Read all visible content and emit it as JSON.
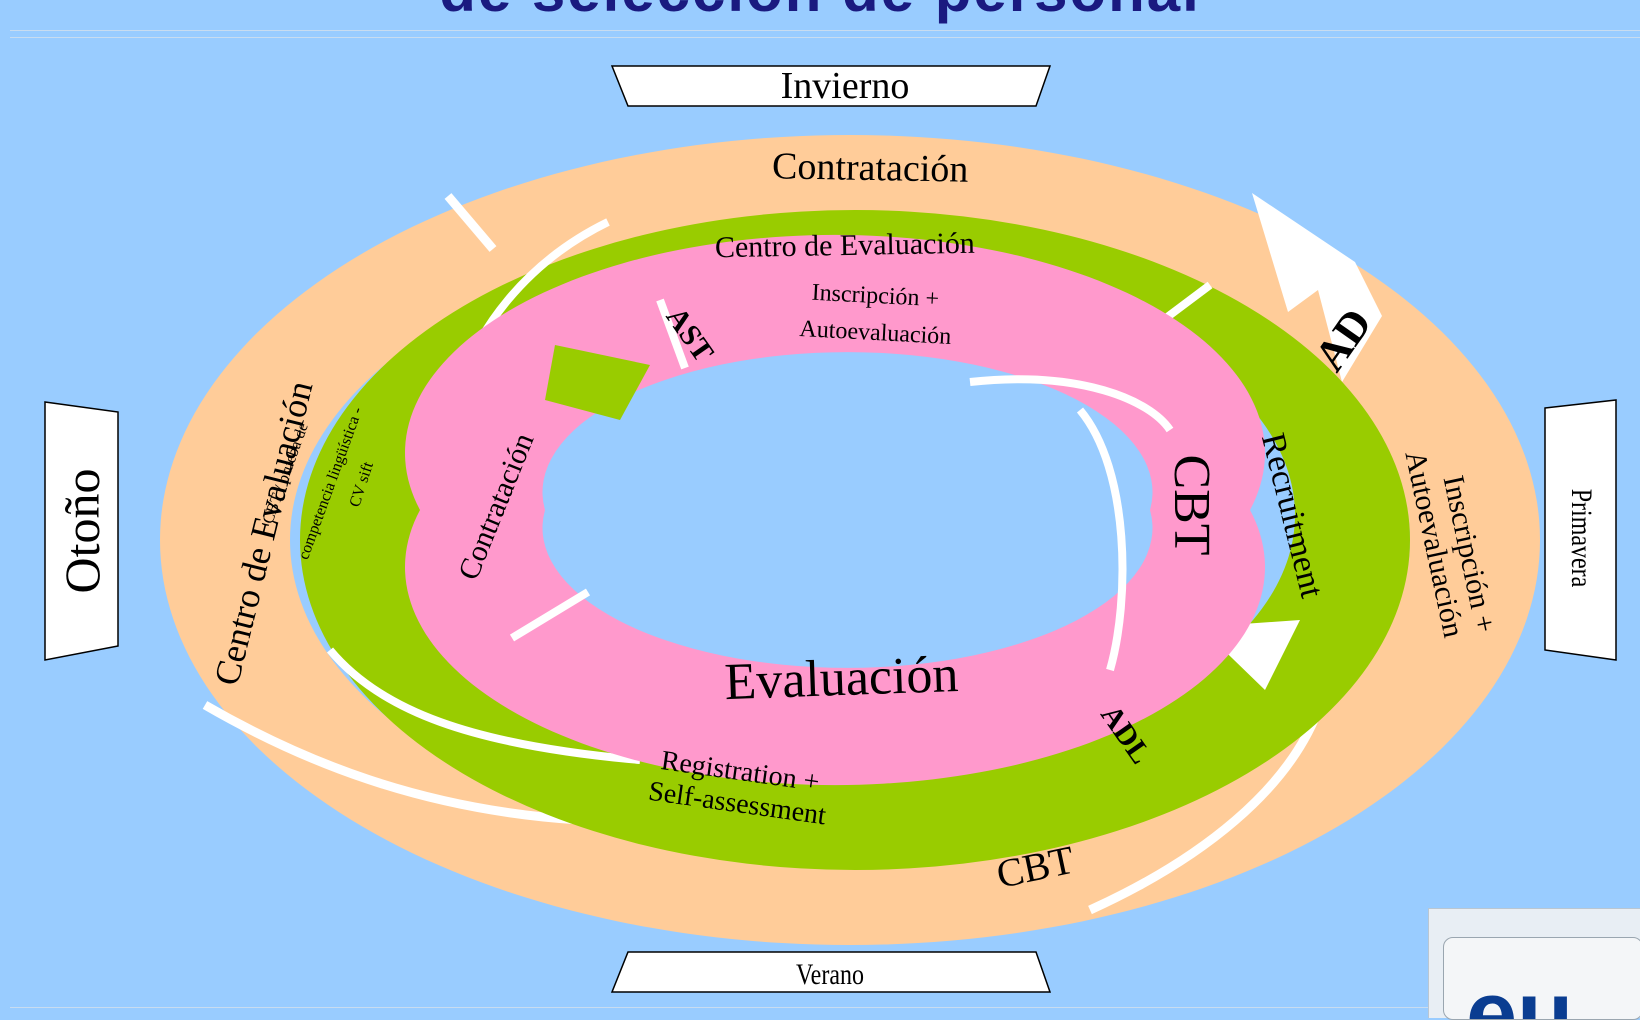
{
  "title": {
    "text": "de selección de personal"
  },
  "seasons": {
    "winter": "Invierno",
    "autumn": "Otoño",
    "spring": "Primavera",
    "summer": "Verano"
  },
  "outer_ring": {
    "top": "Contratación",
    "left": "Centro de Evaluación",
    "right_line1": "Inscripción +",
    "right_line2": "Autoevaluación",
    "bottom": "CBT",
    "marker": "AD"
  },
  "middle_ring": {
    "top": "Centro de Evaluación",
    "left_line1": "CBT / prueba de",
    "left_line2": "competencia lingüística -",
    "left_line3": "CV sift",
    "right": "Recruitment",
    "bottom_line1": "Registration +",
    "bottom_line2": "Self-assessment",
    "marker": "ADL"
  },
  "inner_ring": {
    "top_line1": "Inscripción +",
    "top_line2": "Autoevaluación",
    "left": "Contratación",
    "right": "CBT",
    "bottom": "Evaluación",
    "marker": "AST"
  },
  "logo": {
    "text": "eu"
  },
  "colors": {
    "background": "#99ccff",
    "outer_ring": "#ffcc99",
    "middle_ring": "#99cc00",
    "inner_ring": "#ff99cc",
    "title": "#1a1a80"
  }
}
